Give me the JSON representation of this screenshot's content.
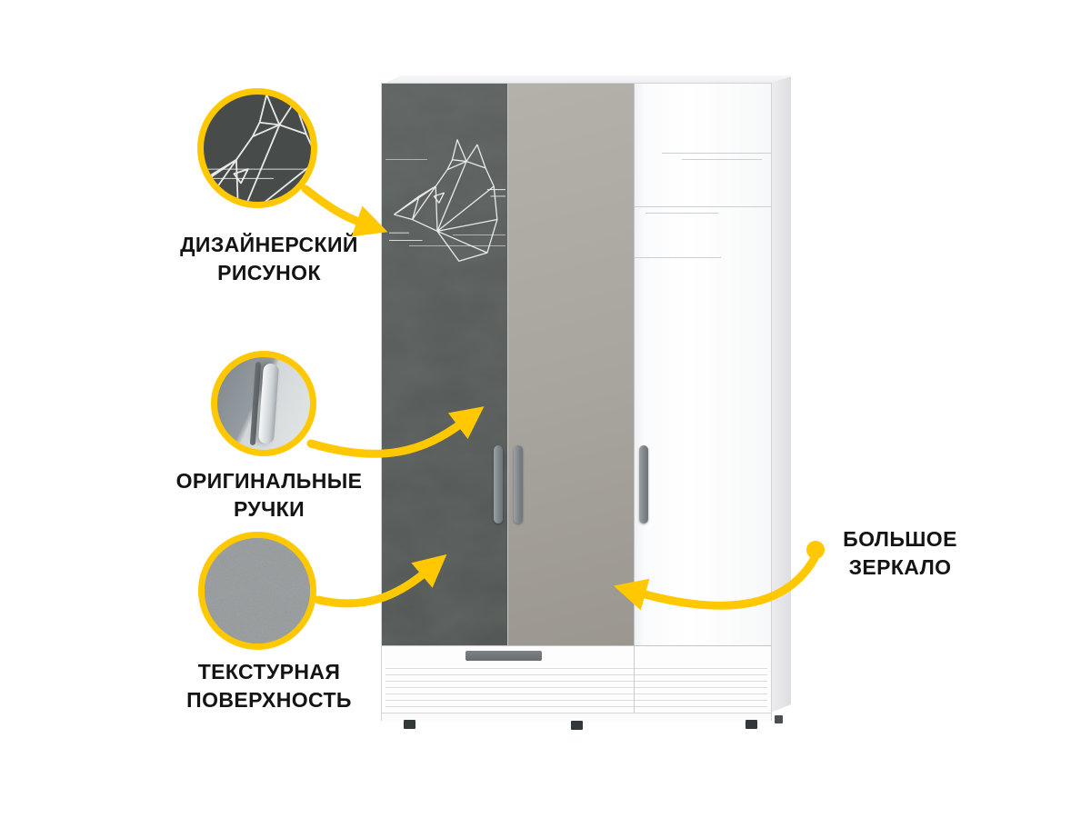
{
  "callouts": {
    "design": {
      "line1": "ДИЗАЙНЕРСКИЙ",
      "line2": "РИСУНОК"
    },
    "handles": {
      "line1": "ОРИГИНАЛЬНЫЕ",
      "line2": "РУЧКИ"
    },
    "texture": {
      "line1": "ТЕКСТУРНАЯ",
      "line2": "ПОВЕРХНОСТЬ"
    },
    "mirror": {
      "line1": "БОЛЬШОЕ",
      "line2": "ЗЕРКАЛО"
    }
  },
  "colors": {
    "accent_yellow": "#FFC800",
    "dark_door": "#575C5A",
    "mirror_door": "#A8A49E",
    "white_door": "#FFFFFF",
    "label_text": "#141414"
  }
}
